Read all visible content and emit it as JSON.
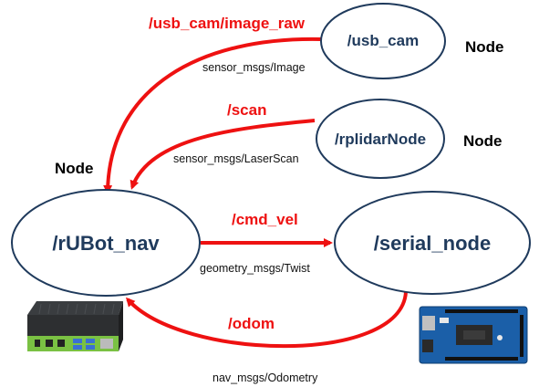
{
  "nodes": {
    "usb_cam": "/usb_cam",
    "rplidar": "/rplidarNode",
    "rubot_nav": "/rUBot_nav",
    "serial_node": "/serial_node"
  },
  "node_tags": {
    "usb_cam_tag": "Node",
    "rplidar_tag": "Node",
    "rubot_tag": "Node"
  },
  "topics": {
    "image_raw": "/usb_cam/image_raw",
    "scan": "/scan",
    "cmd_vel": "/cmd_vel",
    "odom": "/odom"
  },
  "message_types": {
    "image": "sensor_msgs/Image",
    "laserscan": "sensor_msgs/LaserScan",
    "twist": "geometry_msgs/Twist",
    "odometry": "nav_msgs/Odometry"
  },
  "colors": {
    "edge": "#ee1111",
    "node_border": "#1f3a5c",
    "node_text": "#1f3a5c"
  },
  "hardware": {
    "left_device": "mini-pc-icon",
    "right_device": "arduino-board-icon"
  }
}
